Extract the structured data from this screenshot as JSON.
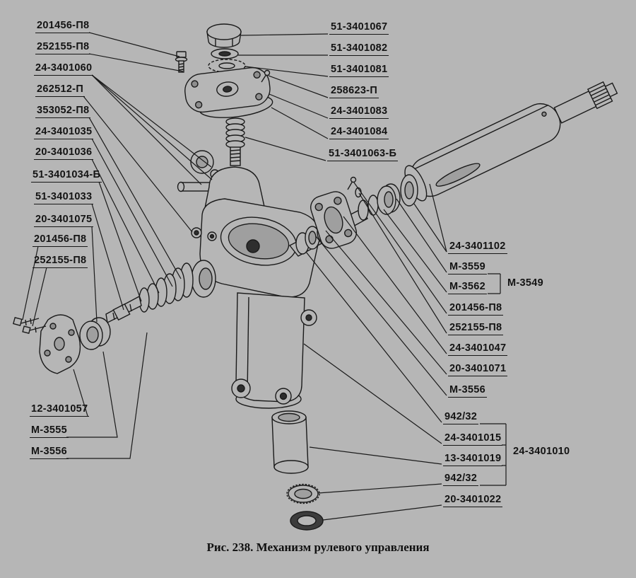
{
  "figure": {
    "caption": "Рис. 238. Механизм рулевого управления",
    "background_color": "#b6b6b6",
    "ink_color": "#161616"
  },
  "labels_left": [
    "201456-П8",
    "252155-П8",
    "24-3401060",
    "262512-П",
    "353052-П8",
    "24-3401035",
    "20-3401036",
    "51-3401034-Б",
    "51-3401033",
    "20-3401075",
    "201456-П8",
    "252155-П8"
  ],
  "labels_lower_left": [
    "12-3401057",
    "М-3555",
    "М-3556"
  ],
  "labels_right_top": [
    "51-3401067",
    "51-3401082",
    "51-3401081",
    "258623-П",
    "24-3401083",
    "24-3401084",
    "51-3401063-Б"
  ],
  "labels_right_lower": [
    "24-3401102",
    "М-3559",
    "М-3562",
    "201456-П8",
    "252155-П8",
    "24-3401047",
    "20-3401071",
    "М-3556",
    "942/32",
    "24-3401015",
    "13-3401019",
    "942/32",
    "20-3401022"
  ],
  "group_labels": {
    "bearing_set": "М-3549",
    "cylinder_set": "24-3401010"
  }
}
